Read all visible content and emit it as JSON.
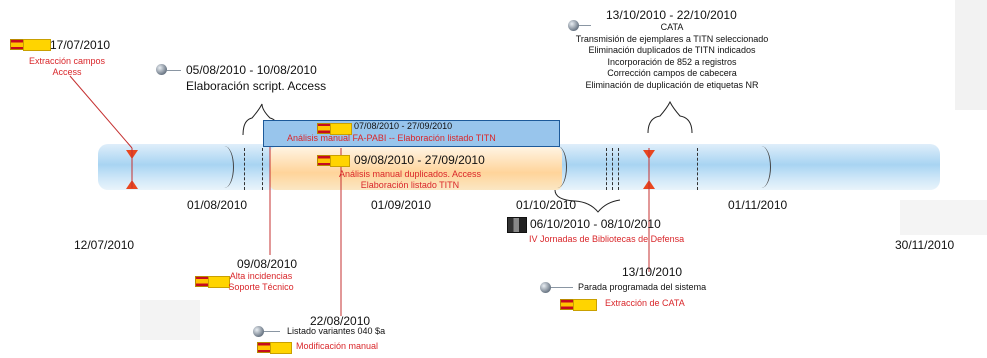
{
  "axis_labels": [
    "12/07/2010",
    "01/08/2010",
    "01/09/2010",
    "01/10/2010",
    "01/11/2010",
    "30/11/2010"
  ],
  "events": {
    "e1": {
      "date": "17/07/2010",
      "lines": [
        "Extracción campos",
        "Access"
      ]
    },
    "e2": {
      "date": "05/08/2010 - 10/08/2010",
      "desc": "Elaboración script. Access"
    },
    "e3": {
      "date": "07/08/2010 - 27/09/2010",
      "desc": "Análisis manual FA-PABI -- Elaboración listado TITN"
    },
    "e4": {
      "date": "09/08/2010 - 27/09/2010",
      "lines": [
        "Análisis manual duplicados. Access",
        "Elaboración listado TITN"
      ]
    },
    "e5": {
      "date": "09/08/2010",
      "lines": [
        "Alta incidencias",
        "Soporte Técnico"
      ]
    },
    "e6": {
      "date": "22/08/2010",
      "desc": "Listado variantes 040 $a",
      "desc2": "Modificación manual"
    },
    "e7": {
      "date": "13/10/2010 - 22/10/2010",
      "lines": [
        "CATA",
        "Transmisión de ejemplares a TITN seleccionado",
        "Eliminación duplicados de TITN indicados",
        "Incorporación de 852 a registros",
        "Corrección campos de cabecera",
        "Eliminación de duplicación de etiquetas NR"
      ]
    },
    "e8": {
      "date": "06/10/2010 - 08/10/2010",
      "desc": "IV Jornadas de Bibliotecas de Defensa"
    },
    "e9": {
      "date": "13/10/2010",
      "desc": "Parada programada del sistema",
      "desc2": "Extracción de CATA"
    }
  },
  "colors": {
    "accent_red": "#d9262a",
    "bar_blue": "#a8d4f2",
    "range_orange": "#ffd49a",
    "box_blue": "#98c5ec"
  }
}
